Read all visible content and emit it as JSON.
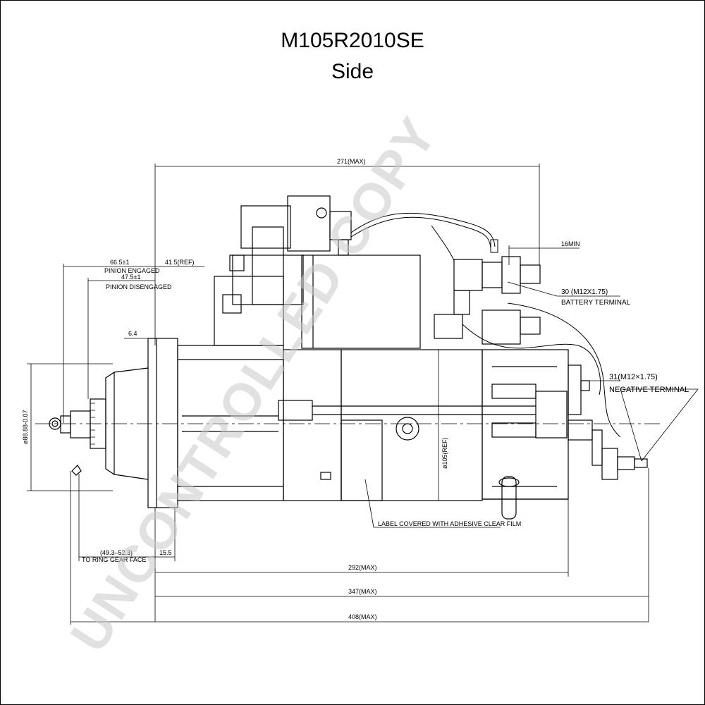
{
  "drawing": {
    "title": "M105R2010SE",
    "subtitle": "Side",
    "watermark": "UNCONTROLLED COPY"
  },
  "dimensions": {
    "overall_271": "271(MAX)",
    "min_16": "16MIN",
    "pinion_engaged_value": "66.5±1",
    "pinion_engaged_label": "PINION ENGAGED",
    "ref_41_5": "41.5(REF)",
    "pinion_disengaged_value": "47.5±1",
    "pinion_disengaged_label": "PINION DISENGAGED",
    "dim_6_4": "6.4",
    "dia_88_88": "ø88.88-0.07",
    "dia_105": "ø105(REF)",
    "ring_gear_value": "(49.3–52.3)",
    "ring_gear_label": "TO RING GEAR FACE",
    "dim_15_5": "15.5",
    "overall_292": "292(MAX)",
    "overall_347": "347(MAX)",
    "overall_408": "408(MAX)"
  },
  "callouts": {
    "battery_terminal_spec": "30 (M12X1.75)",
    "battery_terminal_label": "BATTERY TERMINAL",
    "negative_terminal_spec": "31(M12×1.75)",
    "negative_terminal_label": "NEGATIVE TERMINAL",
    "label_note": "LABEL COVERED WITH ADHESIVE CLEAR FILM"
  }
}
